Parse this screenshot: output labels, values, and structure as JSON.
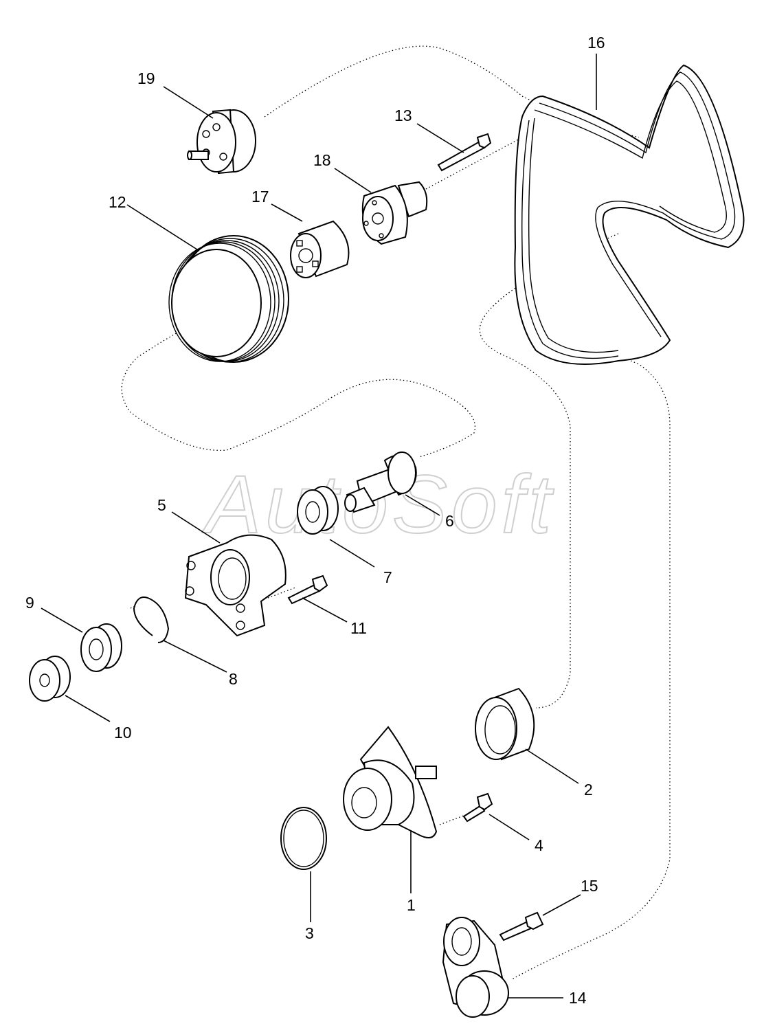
{
  "watermark": "AutoSoft",
  "callouts": {
    "p1": "1",
    "p2": "2",
    "p3": "3",
    "p4": "4",
    "p5": "5",
    "p6": "6",
    "p7": "7",
    "p8": "8",
    "p9": "9",
    "p10": "10",
    "p11": "11",
    "p12": "12",
    "p13": "13",
    "p14": "14",
    "p15": "15",
    "p16": "16",
    "p17": "17",
    "p18": "18",
    "p19": "19"
  }
}
